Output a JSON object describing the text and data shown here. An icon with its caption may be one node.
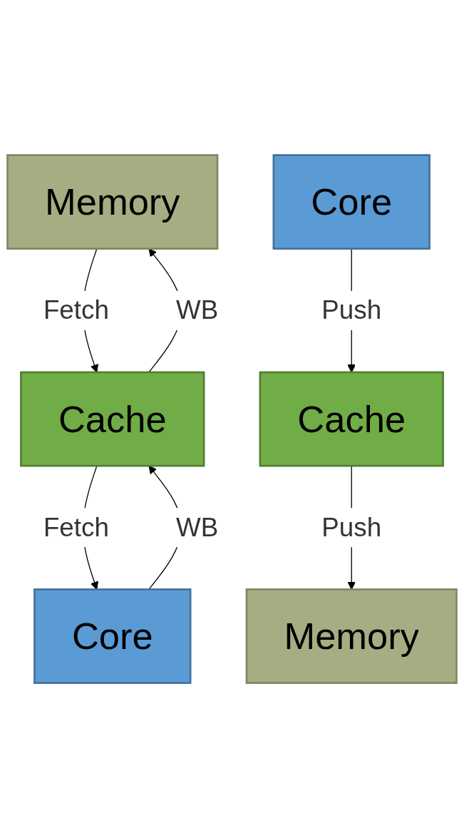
{
  "diagram": {
    "nodes": [
      {
        "text": [
          "Memory"
        ]
      },
      {
        "text": [
          "Cache"
        ]
      },
      {
        "text": [
          "Core"
        ]
      },
      {
        "text": [
          "Memory"
        ]
      },
      {
        "text": [
          "Cache"
        ]
      },
      {
        "text": [
          "Core"
        ]
      }
    ],
    "edges": [
      {
        "from": 0,
        "to": 1,
        "arrow": "to",
        "label": "Fetch"
      },
      {
        "from": 1,
        "to": 0,
        "arrow": "to",
        "label": "WB"
      },
      {
        "from": 1,
        "to": 2,
        "arrow": "to",
        "label": "Fetch"
      },
      {
        "from": 2,
        "to": 1,
        "arrow": "to",
        "label": "WB"
      },
      {
        "from": 5,
        "to": 4,
        "arrow": "to",
        "label": "Push"
      },
      {
        "from": 4,
        "to": 3,
        "arrow": "to",
        "label": "Push"
      }
    ]
  }
}
